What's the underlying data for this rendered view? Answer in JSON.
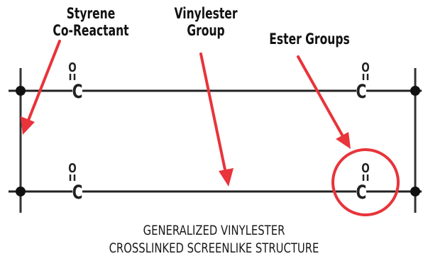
{
  "labels": {
    "styrene": {
      "line1": "Styrene",
      "line2": "Co-Reactant"
    },
    "vinylester": {
      "line1": "Vinylester",
      "line2": "Group"
    },
    "ester": {
      "line1": "Ester Groups"
    }
  },
  "atoms": {
    "oxygen": "O",
    "carbon": "C"
  },
  "caption": {
    "line1": "GENERALIZED VINYLESTER",
    "line2": "CROSSLINKED SCREENLIKE STRUCTURE"
  },
  "colors": {
    "structure": "#222222",
    "annotation": "#e8343a",
    "text": "#111111"
  }
}
